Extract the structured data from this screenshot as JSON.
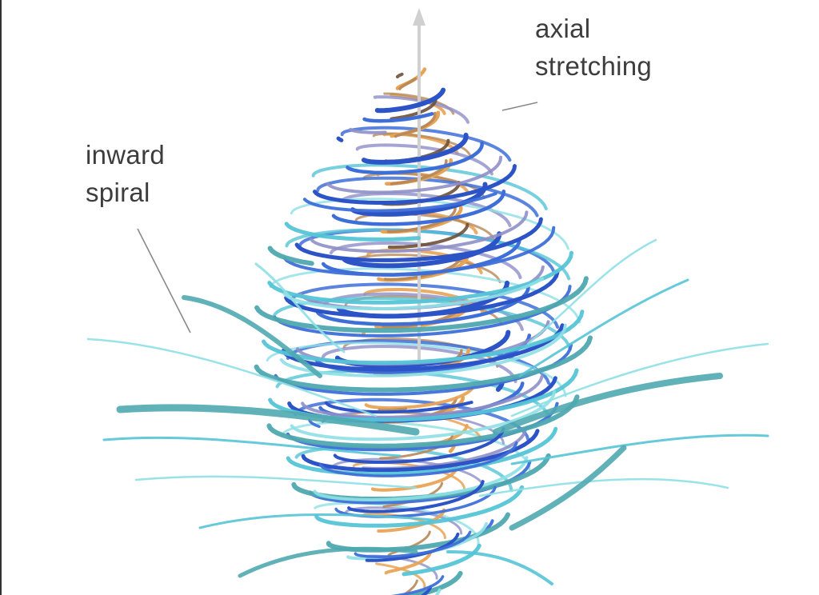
{
  "annotations": {
    "axial": {
      "line1": "axial",
      "line2": "stretching"
    },
    "inward": {
      "line1": "inward",
      "line2": "spiral"
    }
  },
  "palette": {
    "axis": "#c8c8c8",
    "pointer": "#8a8a8a",
    "deep_blue": "#2d54c7",
    "mid_blue": "#3e6fd8",
    "lavender": "#8f8fc8",
    "cyan": "#55c4d6",
    "light_cyan": "#8ee0e6",
    "teal": "#4fa8b0",
    "orange": "#e8a456",
    "tan": "#b88858",
    "brown": "#6e5038"
  }
}
